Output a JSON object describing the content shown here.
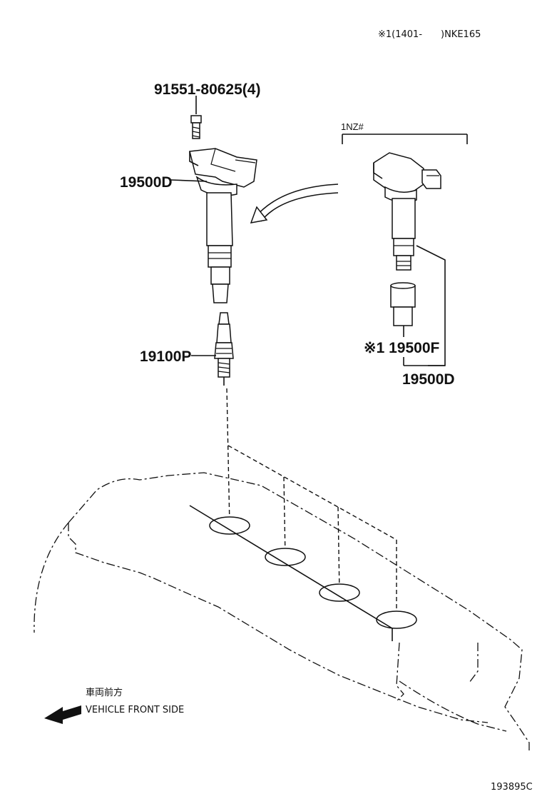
{
  "header_note": "※1(1401-　　)NKE165",
  "labels": {
    "bolt": "91551-80625(4)",
    "coil_left": "19500D",
    "spark_plug": "19100P",
    "engine_variant": "1NZ#",
    "boot": "※1 19500F",
    "coil_right": "19500D"
  },
  "direction": {
    "japanese": "車両前方",
    "english": "VEHICLE FRONT SIDE"
  },
  "figure_id": "193895C"
}
